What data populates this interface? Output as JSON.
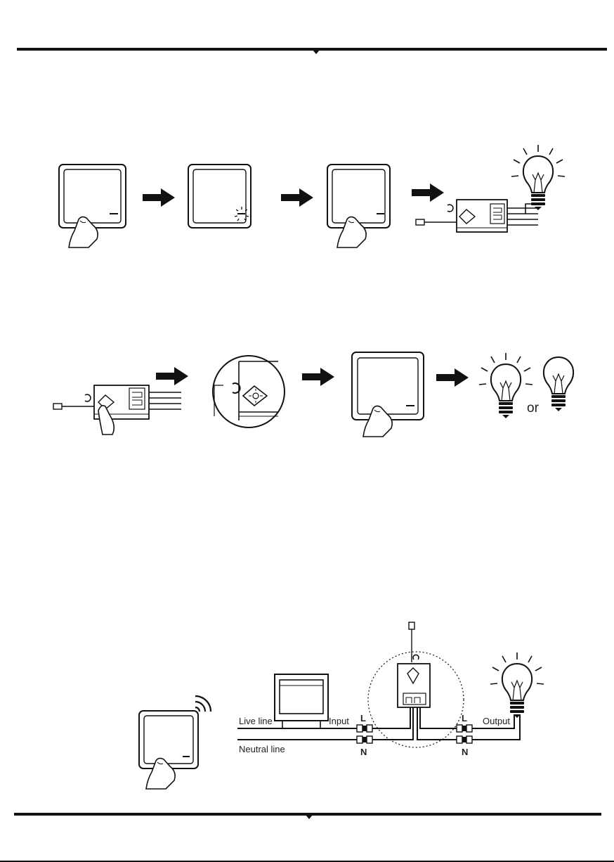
{
  "step_connector": {
    "or_text": "or"
  },
  "wiring": {
    "live_line": "Live line",
    "neutral_line": "Neutral line",
    "input": "Input",
    "output": "Output",
    "input_l": "L",
    "input_n": "N",
    "output_l": "L",
    "output_n": "N"
  }
}
